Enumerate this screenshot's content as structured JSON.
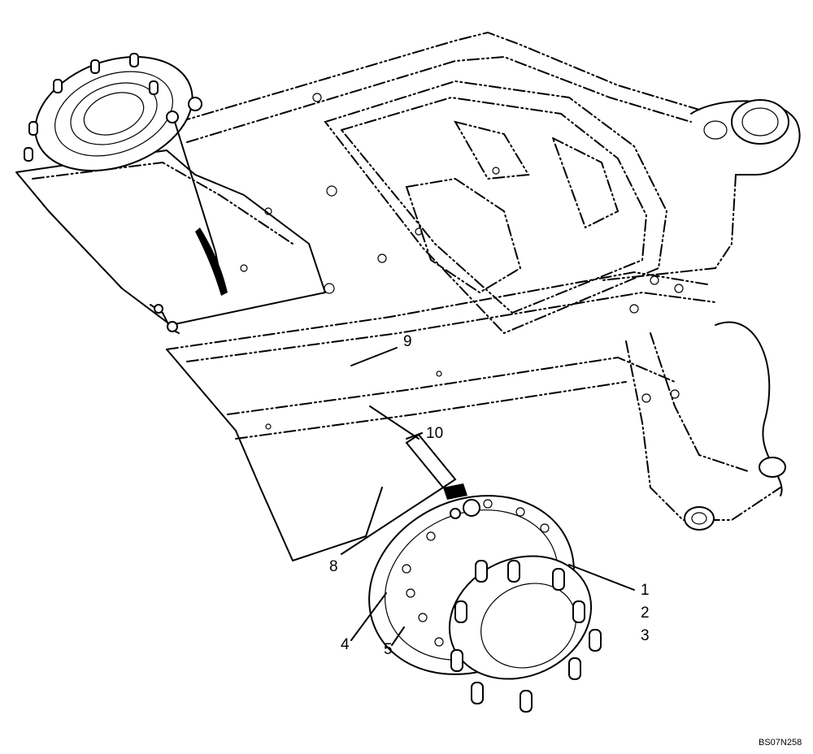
{
  "callouts": {
    "c1": "1",
    "c2": "2",
    "c3": "3",
    "c4": "4",
    "c5": "5",
    "c8": "8",
    "c9": "9",
    "c10": "10"
  },
  "drawing_code": "BS07N258",
  "colors": {
    "line": "#000000",
    "background": "#ffffff"
  }
}
